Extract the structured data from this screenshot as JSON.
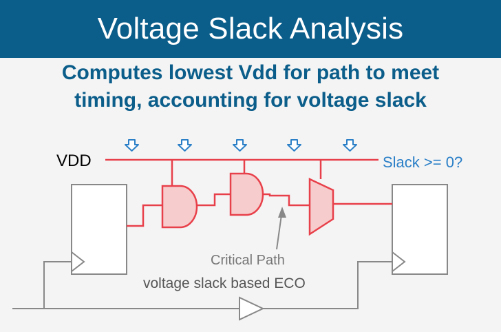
{
  "header": {
    "title": "Voltage Slack Analysis"
  },
  "subtitle": {
    "line1": "Computes lowest Vdd for path to meet",
    "line2": "timing, accounting for voltage slack"
  },
  "diagram": {
    "vdd_label": "VDD",
    "slack_label": "Slack >= 0?",
    "critical_path_label": "Critical Path",
    "eco_label": "voltage slack based ECO",
    "colors": {
      "rail": "#e8404a",
      "gate_fill": "#f6cccc",
      "arrow": "#2a7fc7",
      "slack_text": "#2a7fc7",
      "wire_gray": "#888888",
      "annotation_text": "#777777"
    }
  }
}
